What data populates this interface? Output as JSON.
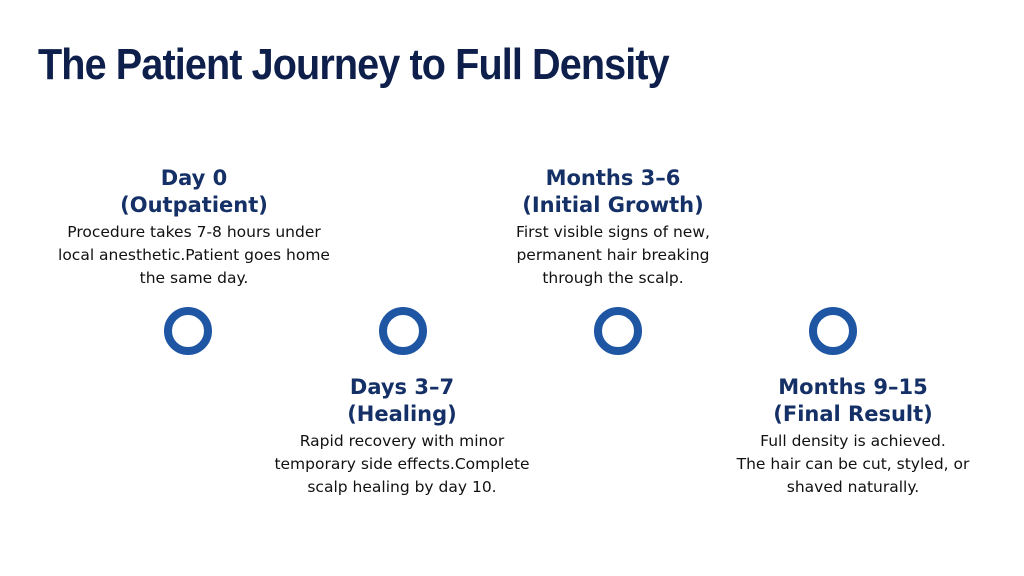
{
  "title": "The Patient Journey to Full Density",
  "colors": {
    "title": "#0d1f4a",
    "heading": "#143066",
    "node": "#1f56a3",
    "line_gold": "#c9a64a",
    "line_light": "#ecd78f"
  },
  "milestones": [
    {
      "heading": "Day 0",
      "subheading": "(Outpatient)",
      "description": [
        "Procedure takes 7-8 hours under",
        "local anesthetic.Patient goes home",
        "the same day."
      ]
    },
    {
      "heading": "Days 3–7",
      "subheading": "(Healing)",
      "description": [
        "Rapid recovery with minor",
        "temporary side effects.Complete",
        "scalp healing by day 10."
      ]
    },
    {
      "heading": "Months 3–6",
      "subheading": "(Initial Growth)",
      "description": [
        "First visible signs of new,",
        "permanent hair breaking",
        "through the scalp."
      ]
    },
    {
      "heading": "Months 9–15",
      "subheading": "(Final Result)",
      "description": [
        "Full density is achieved.",
        "The hair can be cut, styled, or",
        "shaved naturally."
      ]
    }
  ]
}
